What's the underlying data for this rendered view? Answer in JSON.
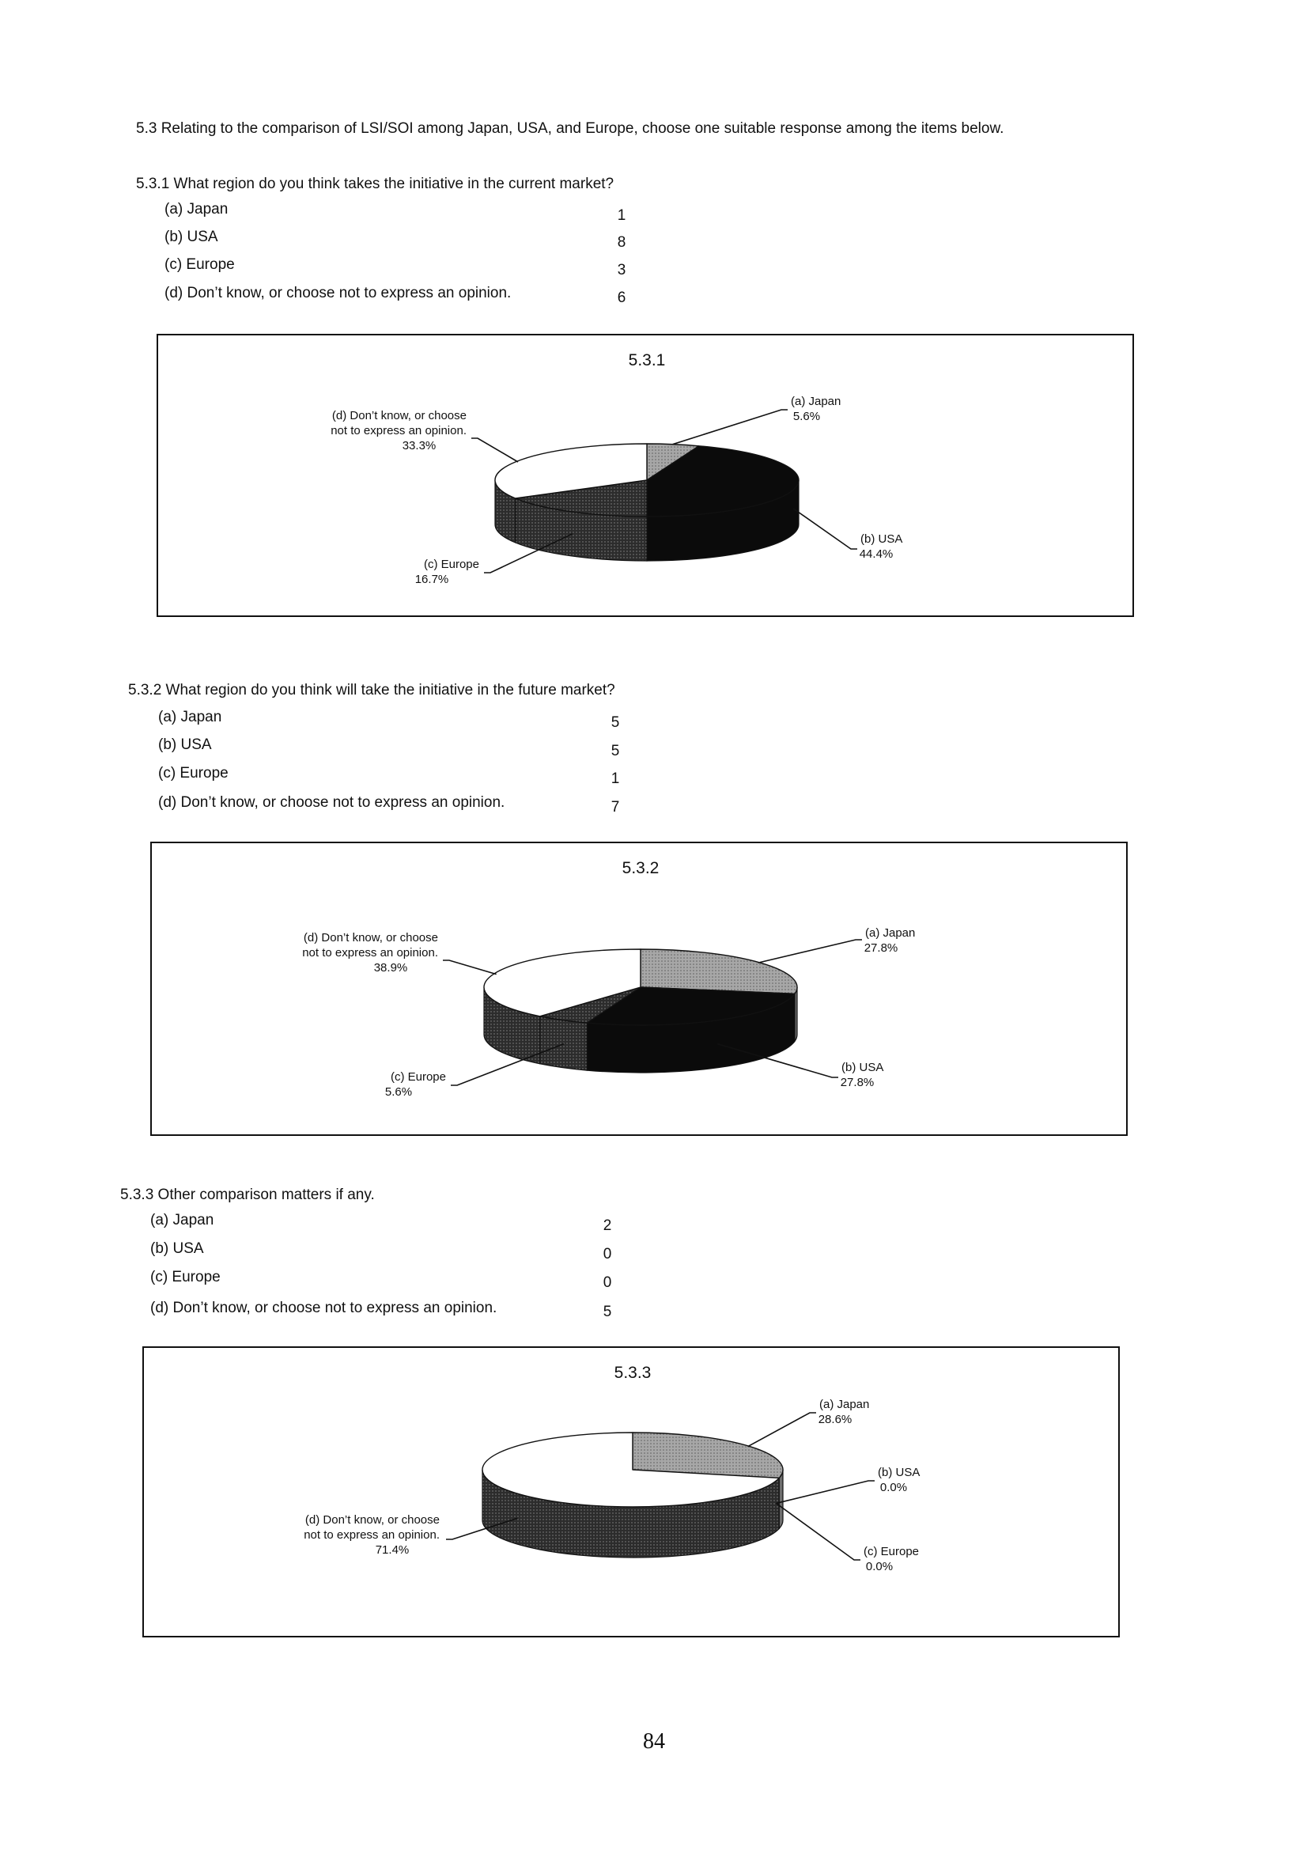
{
  "intro": "5.3  Relating to the comparison of LSI/SOI among Japan, USA, and Europe, choose one suitable response among the items below.",
  "sections": [
    {
      "heading": "5.3.1  What region do you think takes the initiative in the current market?",
      "items": [
        {
          "label": "(a) Japan",
          "count": "1"
        },
        {
          "label": "(b) USA",
          "count": "8"
        },
        {
          "label": "(c) Europe",
          "count": "3"
        },
        {
          "label": "(d) Don’t know, or choose not to express an opinion.",
          "count": "6"
        }
      ]
    },
    {
      "heading": "5.3.2  What region do you think will take the initiative in the future market?",
      "items": [
        {
          "label": "(a) Japan",
          "count": "5"
        },
        {
          "label": "(b) USA",
          "count": "5"
        },
        {
          "label": "(c) Europe",
          "count": "1"
        },
        {
          "label": "(d) Don’t know, or choose not to express an opinion.",
          "count": "7"
        }
      ]
    },
    {
      "heading": "5.3.3  Other comparison matters if any.",
      "items": [
        {
          "label": "(a) Japan",
          "count": "2"
        },
        {
          "label": "(b) USA",
          "count": "0"
        },
        {
          "label": "(c) Europe",
          "count": "0"
        },
        {
          "label": "(d) Don’t know, or choose not to express an opinion.",
          "count": "5"
        }
      ]
    }
  ],
  "chart_data": [
    {
      "type": "pie",
      "title": "5.3.1",
      "categories": [
        "(a) Japan",
        "(b) USA",
        "(c) Europe",
        "(d) Don’t know, or choose not to express an opinion."
      ],
      "values": [
        1,
        8,
        3,
        6
      ],
      "percent_labels": [
        "5.6%",
        "44.4%",
        "16.7%",
        "33.3%"
      ],
      "colors": [
        "#9a9a9a",
        "#0d0d0d",
        "#3a3a3a",
        "#ffffff"
      ]
    },
    {
      "type": "pie",
      "title": "5.3.2",
      "categories": [
        "(a) Japan",
        "(b) USA",
        "(c) Europe",
        "(d) Don’t know, or choose not to express an opinion."
      ],
      "values": [
        5,
        5,
        1,
        7
      ],
      "percent_labels": [
        "27.8%",
        "27.8%",
        "5.6%",
        "38.9%"
      ],
      "colors": [
        "#9a9a9a",
        "#0d0d0d",
        "#3a3a3a",
        "#ffffff"
      ]
    },
    {
      "type": "pie",
      "title": "5.3.3",
      "categories": [
        "(a) Japan",
        "(b) USA",
        "(c) Europe",
        "(d) Don’t know, or choose not to express an opinion."
      ],
      "values": [
        2,
        0,
        0,
        5
      ],
      "percent_labels": [
        "28.6%",
        "0.0%",
        "0.0%",
        "71.4%"
      ],
      "colors": [
        "#9a9a9a",
        "#0d0d0d",
        "#3a3a3a",
        "#ffffff"
      ]
    }
  ],
  "page_number": "84"
}
